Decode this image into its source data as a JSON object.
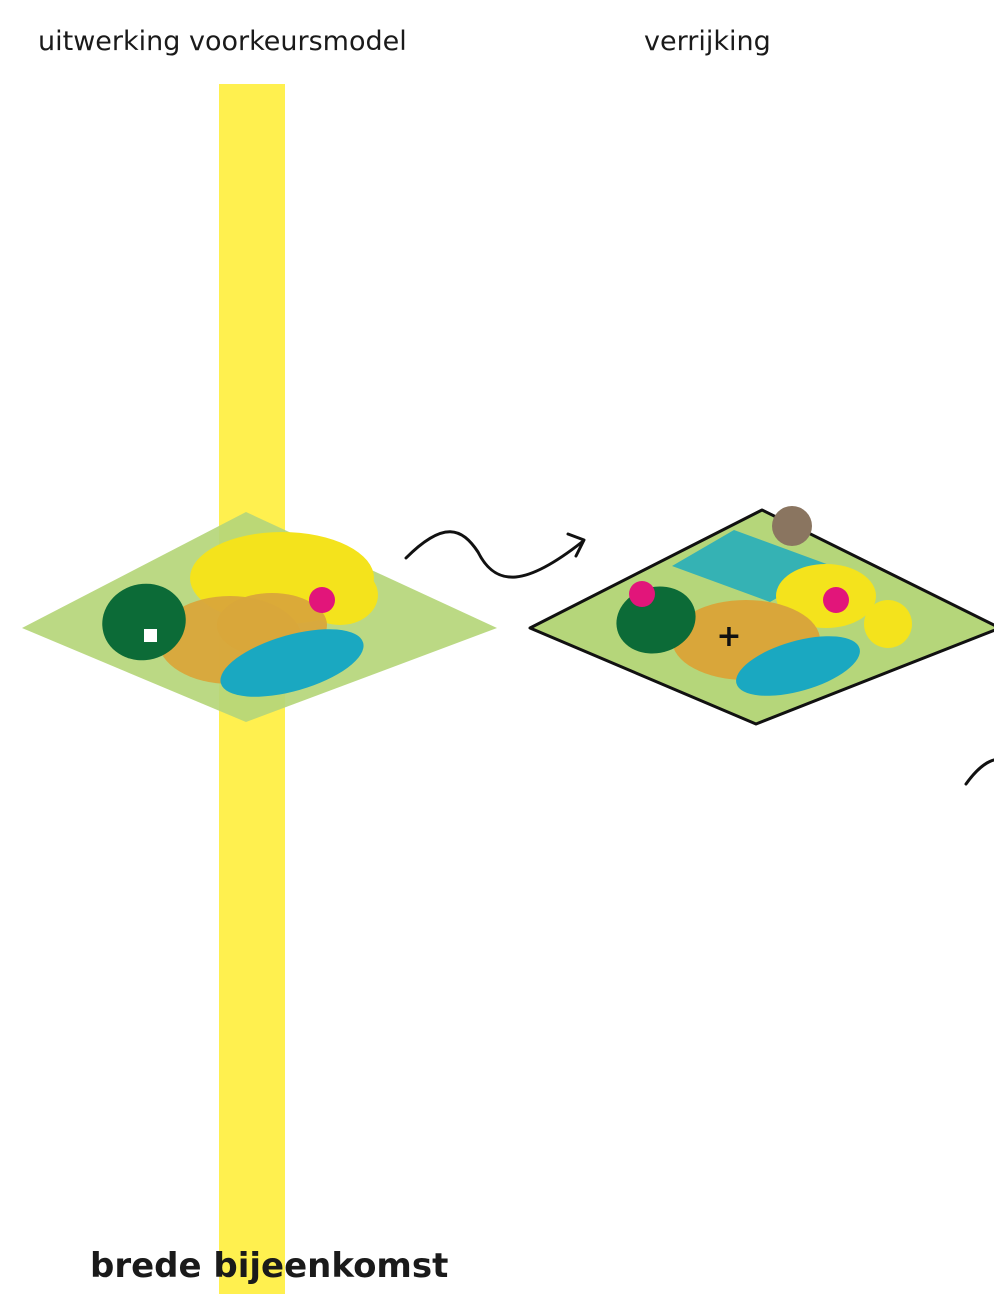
{
  "headings": {
    "left": "uitwerking voorkeursmodel",
    "right": "verrijking"
  },
  "bottom_label": "brede bijeenkomst",
  "plus_symbol": "+",
  "colors": {
    "band": "#fff04f",
    "ground": "#b5d67a",
    "dark_green": "#0c6b37",
    "ochre": "#d9a63a",
    "yellow": "#f4e31c",
    "cyan": "#1aa8c1",
    "teal_square": "#35b2b4",
    "magenta": "#e2157a",
    "brown": "#8a7560",
    "outline": "#111111"
  }
}
